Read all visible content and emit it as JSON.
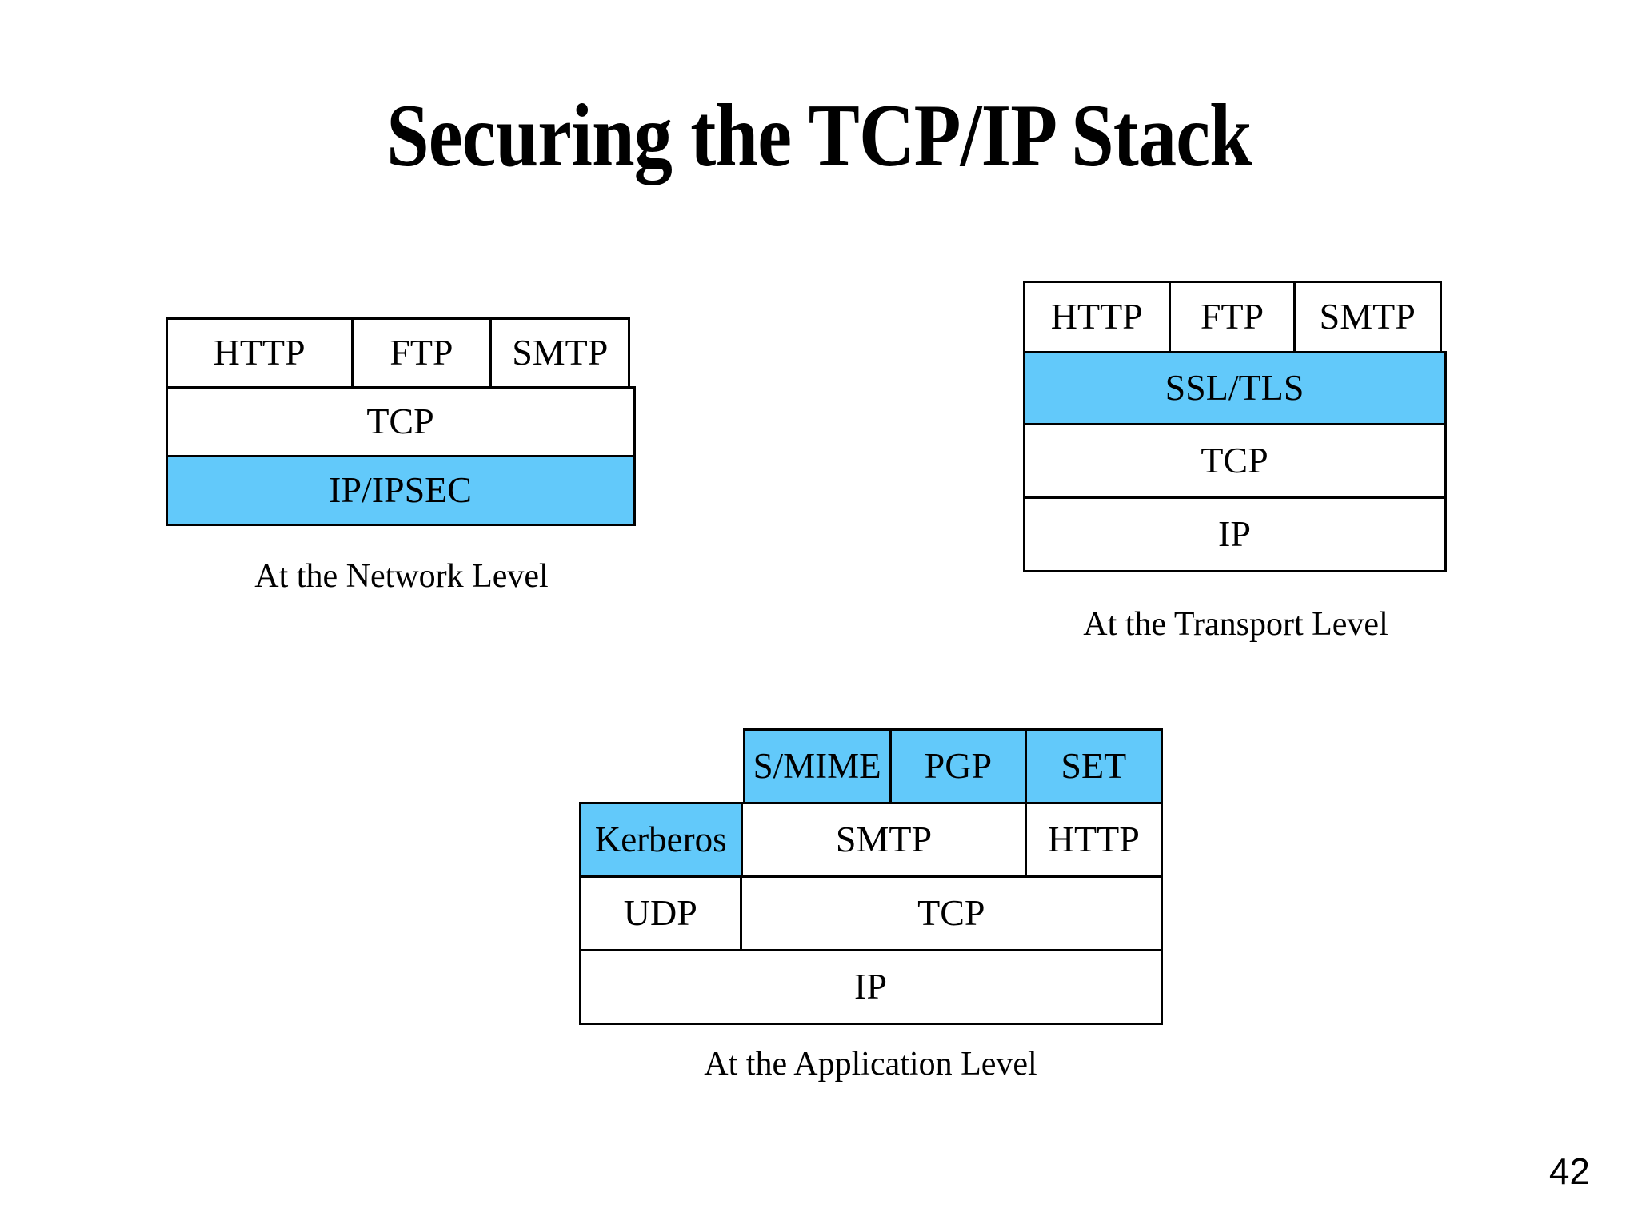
{
  "slide": {
    "title": "Securing the TCP/IP Stack",
    "page_number": "42",
    "accent_color": "#62C9FA",
    "background_color": "#FFFFFF",
    "text_color": "#000000"
  },
  "diagrams": [
    {
      "id": "network-level",
      "caption": "At the Network Level",
      "rows": [
        {
          "cells": [
            {
              "label": "HTTP",
              "highlighted": false
            },
            {
              "label": "FTP",
              "highlighted": false
            },
            {
              "label": "SMTP",
              "highlighted": false
            }
          ]
        },
        {
          "cells": [
            {
              "label": "TCP",
              "highlighted": false
            }
          ]
        },
        {
          "cells": [
            {
              "label": "IP/IPSEC",
              "highlighted": true
            }
          ]
        }
      ]
    },
    {
      "id": "transport-level",
      "caption": "At the Transport Level",
      "rows": [
        {
          "cells": [
            {
              "label": "HTTP",
              "highlighted": false
            },
            {
              "label": "FTP",
              "highlighted": false
            },
            {
              "label": "SMTP",
              "highlighted": false
            }
          ]
        },
        {
          "cells": [
            {
              "label": "SSL/TLS",
              "highlighted": true
            }
          ]
        },
        {
          "cells": [
            {
              "label": "TCP",
              "highlighted": false
            }
          ]
        },
        {
          "cells": [
            {
              "label": "IP",
              "highlighted": false
            }
          ]
        }
      ]
    },
    {
      "id": "application-level",
      "caption": "At the Application Level",
      "rows": [
        {
          "cells": [
            {
              "label": "S/MIME",
              "highlighted": true
            },
            {
              "label": "PGP",
              "highlighted": true
            },
            {
              "label": "SET",
              "highlighted": true
            }
          ]
        },
        {
          "cells": [
            {
              "label": "Kerberos",
              "highlighted": true
            },
            {
              "label": "SMTP",
              "highlighted": false
            },
            {
              "label": "HTTP",
              "highlighted": false
            }
          ]
        },
        {
          "cells": [
            {
              "label": "UDP",
              "highlighted": false
            },
            {
              "label": "TCP",
              "highlighted": false
            }
          ]
        },
        {
          "cells": [
            {
              "label": "IP",
              "highlighted": false
            }
          ]
        }
      ]
    }
  ]
}
